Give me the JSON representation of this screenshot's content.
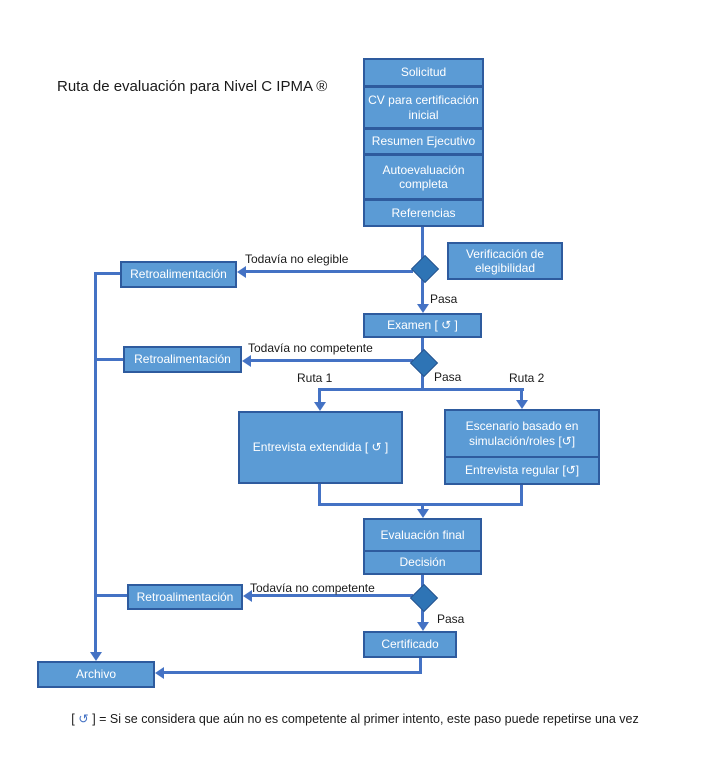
{
  "title": "Ruta de evaluación para Nivel C IPMA ®",
  "colors": {
    "box_fill": "#5B9BD5",
    "box_border": "#2E5B9E",
    "connector": "#4472C4",
    "diamond_fill": "#2E74B5",
    "box_text": "#FFFFFF",
    "label_text": "#1A1A1A"
  },
  "flowchart": {
    "intake": [
      "Solicitud",
      "CV para certificación inicial",
      "Resumen Ejecutivo",
      "Autoevaluación completa",
      "Referencias"
    ],
    "verification": "Verificación de elegibilidad",
    "feedback_1": "Retroalimentación",
    "feedback_2": "Retroalimentación",
    "feedback_3": "Retroalimentación",
    "exam": "Examen [ ↺ ]",
    "extended_interview": "Entrevista extendida [ ↺ ]",
    "scenario_simulation": "Escenario basado en simulación/roles [↺]",
    "regular_interview": "Entrevista regular [↺]",
    "final_evaluation": "Evaluación final",
    "decision": "Decisión",
    "certificate": "Certificado",
    "archive": "Archivo"
  },
  "labels": {
    "not_eligible": "Todavía no elegible",
    "not_competent_1": "Todavía no competente",
    "not_competent_2": "Todavía no competente",
    "pass_1": "Pasa",
    "pass_2": "Pasa",
    "pass_3": "Pasa",
    "route_1": "Ruta 1",
    "route_2": "Ruta 2"
  },
  "footnote": {
    "open": "[",
    "icon": "↺",
    "close": "]",
    "text": "= Si se considera que aún no es competente al primer intento, este paso puede repetirse una vez"
  }
}
